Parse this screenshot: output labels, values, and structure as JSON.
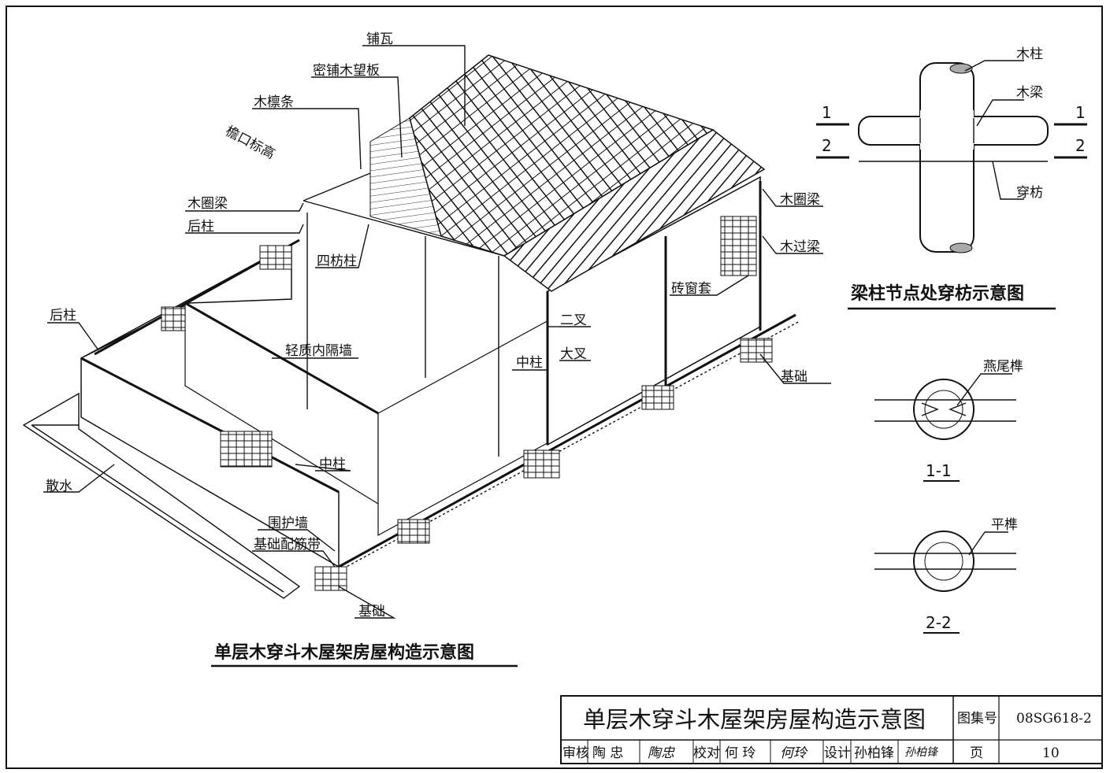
{
  "main_drawing": {
    "caption": "单层木穿斗木屋架房屋构造示意图",
    "labels": {
      "tile": "铺瓦",
      "roof_board": "密铺木望板",
      "purlin": "木檩条",
      "eave_elevation": "檐口标高",
      "ring_beam_left": "木圈梁",
      "rear_column_upper": "后柱",
      "four_tie_column": "四枋柱",
      "rear_column_left": "后柱",
      "partition_wall": "轻质内隔墙",
      "small_fork": "二叉",
      "big_fork": "大叉",
      "middle_column_upper": "中柱",
      "brick_window_frame": "砖窗套",
      "ring_beam_right": "木圈梁",
      "lintel": "木过梁",
      "foundation_right": "基础",
      "middle_column_lower": "中柱",
      "apron": "散水",
      "enclosure_wall": "围护墙",
      "foundation_rebar_band": "基础配筋带",
      "foundation_bottom": "基础"
    }
  },
  "joint_detail": {
    "caption": "梁柱节点处穿枋示意图",
    "labels": {
      "column": "木柱",
      "beam": "木梁",
      "tie": "穿枋"
    },
    "section_marks": [
      "1",
      "2",
      "1",
      "2"
    ],
    "section_1": {
      "title": "1-1",
      "label": "燕尾榫"
    },
    "section_2": {
      "title": "2-2",
      "label": "平榫"
    }
  },
  "title_block": {
    "title": "单层木穿斗木屋架房屋构造示意图",
    "atlas_label": "图集号",
    "atlas_number": "08SG618-2",
    "reviewer_label": "审核",
    "reviewer_name": "陶 忠",
    "reviewer_signature": "陶忠",
    "checker_label": "校对",
    "checker_name": "何 玲",
    "checker_signature": "何玲",
    "designer_label": "设计",
    "designer_name": "孙柏锋",
    "designer_signature": "孙柏锋",
    "page_label": "页",
    "page_number": "10"
  }
}
